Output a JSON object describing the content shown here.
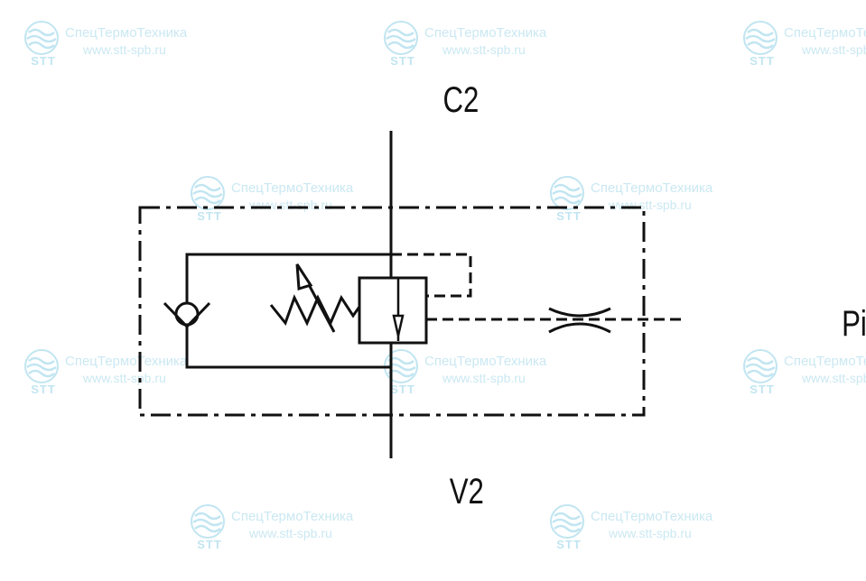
{
  "labels": {
    "top_port": "C2",
    "bottom_port": "V2",
    "pilot_port": "Pilota"
  },
  "watermark": {
    "company": "СпецТермоТехника",
    "url": "www.stt-spb.ru",
    "abbr": "STT",
    "color": "#8fd1e6"
  },
  "colors": {
    "line": "#111111",
    "background": "#ffffff"
  },
  "symbols": {
    "check_valve": "check-valve-icon",
    "adjustable_spring": "adjustable-spring-icon",
    "valve_body": "valve-body-icon",
    "restrictor": "restrictor-icon"
  }
}
